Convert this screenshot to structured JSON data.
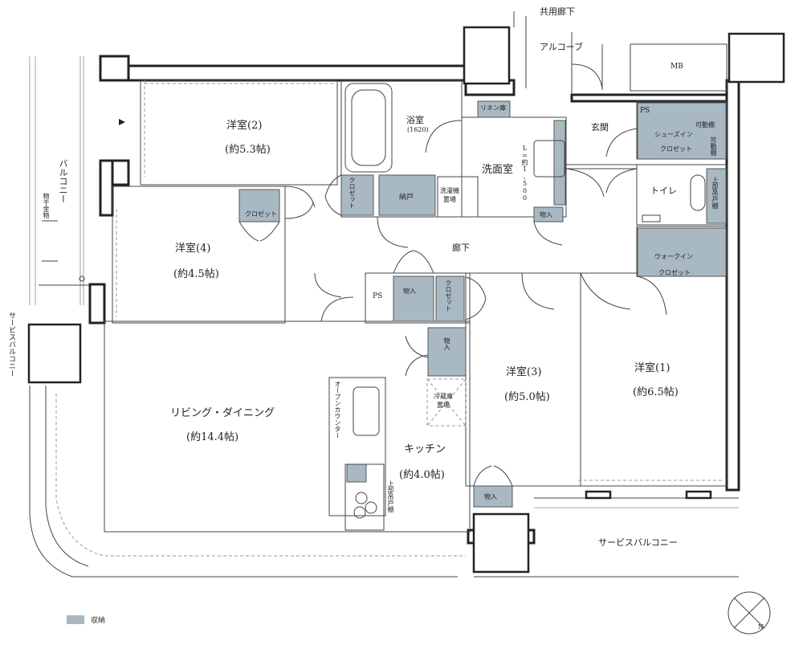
{
  "labels": {
    "common_corridor": "共用廊下",
    "alcove": "アルコーブ",
    "mb": "MB",
    "ps_entrance": "PS",
    "ps_hall": "PS",
    "entrance": "玄関",
    "shoes_in": "シューズイン",
    "closet_shoes": "クロゼット",
    "movable_shelf_1": "可動棚",
    "movable_shelf_2": "可動棚",
    "toilet": "トイレ",
    "upper_cabinet_toilet": "上部吊戸棚",
    "walk_in": "ウォークイン",
    "closet_walkin": "クロゼット",
    "bath": "浴室",
    "bath_size": "(1620)",
    "linen": "リネン庫",
    "washroom": "洗面室",
    "mirror_dim": "L=約1,500",
    "laundry": "洗濯機\n置場",
    "nando": "納戸",
    "storage_wash": "物入",
    "closet_small": "クロゼット",
    "corridor": "廊下",
    "room2": "洋室(2)",
    "room2_size": "(約5.3帖)",
    "room4": "洋室(4)",
    "room4_size": "(約4.5帖)",
    "closet_room4": "クロゼット",
    "storage_hall": "物入",
    "closet_hall": "クロゼット",
    "storage_kitchen": "物入",
    "fridge": "冷蔵庫\n置場",
    "room3": "洋室(3)",
    "room3_size": "(約5.0帖)",
    "room1": "洋室(1)",
    "room1_size": "(約6.5帖)",
    "storage_room3": "物入",
    "ldk": "リビング・ダイニング",
    "ldk_size": "(約14.4帖)",
    "kitchen": "キッチン",
    "kitchen_size": "(約4.0帖)",
    "open_counter": "オープンカウンター",
    "upper_cabinet_kitchen": "上部吊戸棚",
    "balcony": "バルコニー",
    "drying_rack": "物干金物",
    "service_balcony_left": "サービスバルコニー",
    "service_balcony_bottom": "サービスバルコニー"
  },
  "legend": {
    "storage_label": "収納",
    "storage_color": "#a9b9c3"
  },
  "compass": {
    "north_label": "N"
  }
}
